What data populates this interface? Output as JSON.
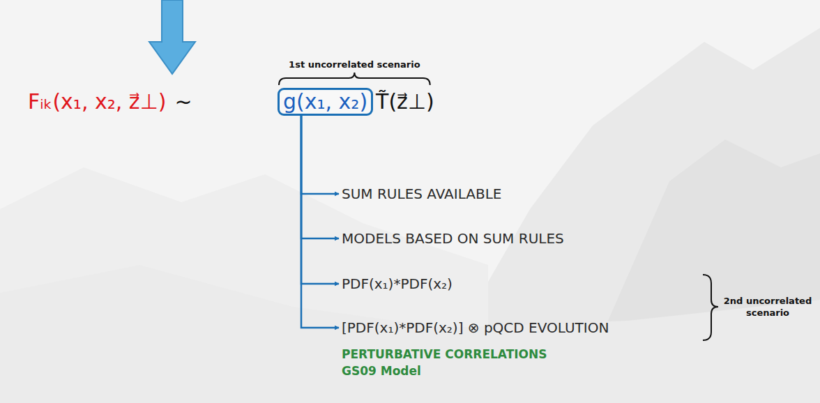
{
  "diagram": {
    "nodes": [
      {
        "text": [
          "g(x₁, x₂)"
        ]
      },
      {
        "text": [
          "SUM RULES AVAILABLE"
        ]
      },
      {
        "text": [
          "MODELS BASED ON SUM RULES"
        ]
      },
      {
        "text": [
          "PDF(x₁)*PDF(x₂)"
        ]
      },
      {
        "text": [
          "[PDF(x₁)*PDF(x₂)] ⊗ pQCD EVOLUTION"
        ]
      }
    ],
    "edges": [
      {
        "from": 0,
        "to": 1,
        "arrow": "to"
      },
      {
        "from": 0,
        "to": 2,
        "arrow": "to"
      },
      {
        "from": 0,
        "to": 3,
        "arrow": "to"
      },
      {
        "from": 0,
        "to": 4,
        "arrow": "to"
      }
    ],
    "labels": [
      "Fᵢₖ(x₁, x₂, z⃗⊥)",
      "~",
      "T̃(z⃗⊥)",
      "1st uncorrelated scenario",
      "2nd uncorrelated scenario",
      "PERTURBATIVE CORRELATIONS",
      "GS09 Model"
    ]
  }
}
